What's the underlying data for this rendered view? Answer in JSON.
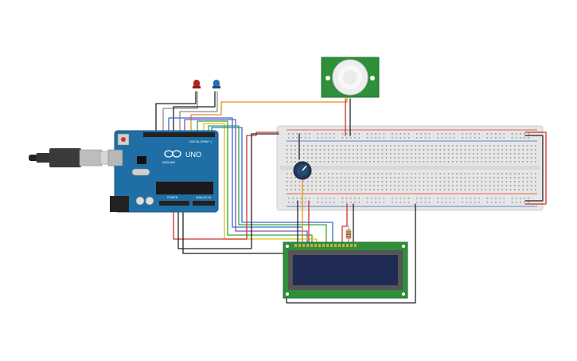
{
  "board": {
    "brand_text": "ARDUINO",
    "model_text": "UNO",
    "digital_header_text": "DIGITAL (PWM ~)",
    "power_header_text": "POWER",
    "analog_header_text": "ANALOG IN",
    "color": "#1f6fa6"
  },
  "components": [
    {
      "name": "arduino-uno",
      "kind": "microcontroller"
    },
    {
      "name": "usb-cable",
      "kind": "cable"
    },
    {
      "name": "red-led",
      "kind": "led",
      "color": "#c0392b"
    },
    {
      "name": "blue-led",
      "kind": "led",
      "color": "#1f78b4"
    },
    {
      "name": "pir-sensor",
      "kind": "motion sensor"
    },
    {
      "name": "breadboard",
      "kind": "breadboard"
    },
    {
      "name": "potentiometer",
      "kind": "potentiometer"
    },
    {
      "name": "lcd-16x2",
      "kind": "display"
    },
    {
      "name": "resistor",
      "kind": "resistor"
    }
  ],
  "colors": {
    "wire_black": "#222222",
    "wire_red": "#d0302a",
    "wire_orange": "#e8901e",
    "wire_green": "#3aa33a",
    "wire_blue": "#2d6fd1",
    "wire_purple": "#8a4cc2",
    "wire_yellow": "#d9c21c",
    "wire_gray": "#8c8c8c",
    "breadboard": "#e6e6e6",
    "pcb_green": "#2f8f3b",
    "lcd_screen": "#1f2b55"
  }
}
